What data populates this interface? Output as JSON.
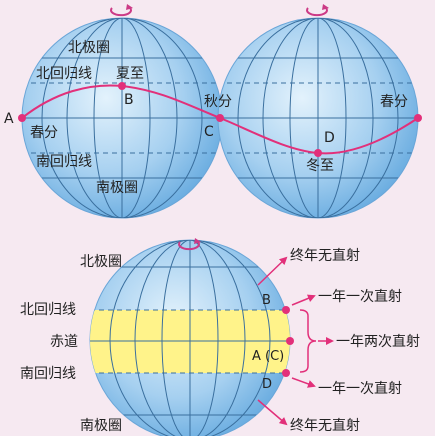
{
  "top": {
    "arctic_circle": "北极圈",
    "tropic_cancer": "北回归线",
    "summer_solstice": "夏至",
    "point_b": "B",
    "point_a": "A",
    "spring_equinox_left": "春分",
    "point_c": "C",
    "autumn_equinox": "秋分",
    "spring_equinox_right": "春分",
    "point_d": "D",
    "winter_solstice": "冬至",
    "tropic_capricorn": "南回归线",
    "antarctic_circle": "南极圈"
  },
  "bottom": {
    "arctic_circle": "北极圈",
    "tropic_cancer": "北回归线",
    "equator": "赤道",
    "tropic_capricorn": "南回归线",
    "antarctic_circle": "南极圈",
    "point_b": "B",
    "point_ac": "A (C)",
    "point_d": "D",
    "no_direct_sun_top": "终年无直射",
    "once_top": "一年一次直射",
    "twice": "一年两次直射",
    "once_bottom": "一年一次直射",
    "no_direct_sun_bottom": "终年无直射"
  },
  "colors": {
    "background": "#f6e9f1",
    "globe_light": "#e3f2fc",
    "globe_dark": "#5aa3dc",
    "tropics_band": "#fff38a",
    "sun_path": "#e2307a",
    "rotation_arrow": "#cc3a86"
  }
}
